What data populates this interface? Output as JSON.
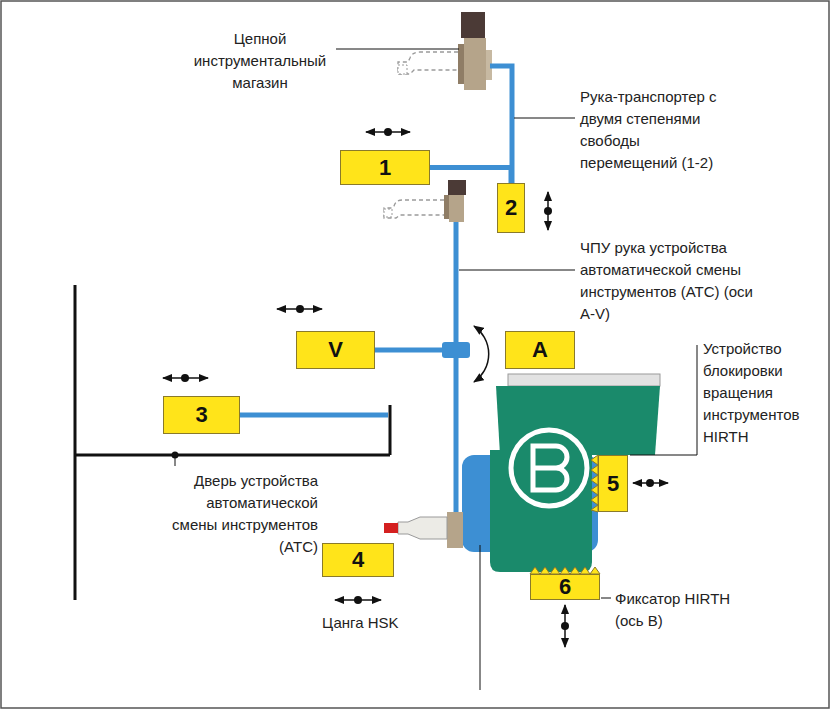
{
  "diagram": {
    "nodes": [
      {
        "text": [
          "1"
        ]
      },
      {
        "text": [
          "2"
        ]
      },
      {
        "text": [
          "V"
        ]
      },
      {
        "text": [
          "A"
        ]
      },
      {
        "text": [
          "3"
        ]
      },
      {
        "text": [
          "5"
        ]
      },
      {
        "text": [
          "4"
        ]
      },
      {
        "text": [
          "6"
        ]
      }
    ],
    "edges": [
      {
        "from": 0,
        "to": 1,
        "arrow": "none"
      }
    ],
    "labels": [
      "Цепной инструментальный магазин",
      "Рука-транспортер с двумя степенями свободы перемещений (1-2)",
      "ЧПУ рука устройства автоматической смены инструментов (ATC) (оси A-V)",
      "Устройство блокировки вращения инструментов HIRTH",
      "Дверь устройства автоматической смены инструментов (ATC)",
      "Цанга HSK",
      "Фиксатор HIRTH (ось B)"
    ]
  }
}
